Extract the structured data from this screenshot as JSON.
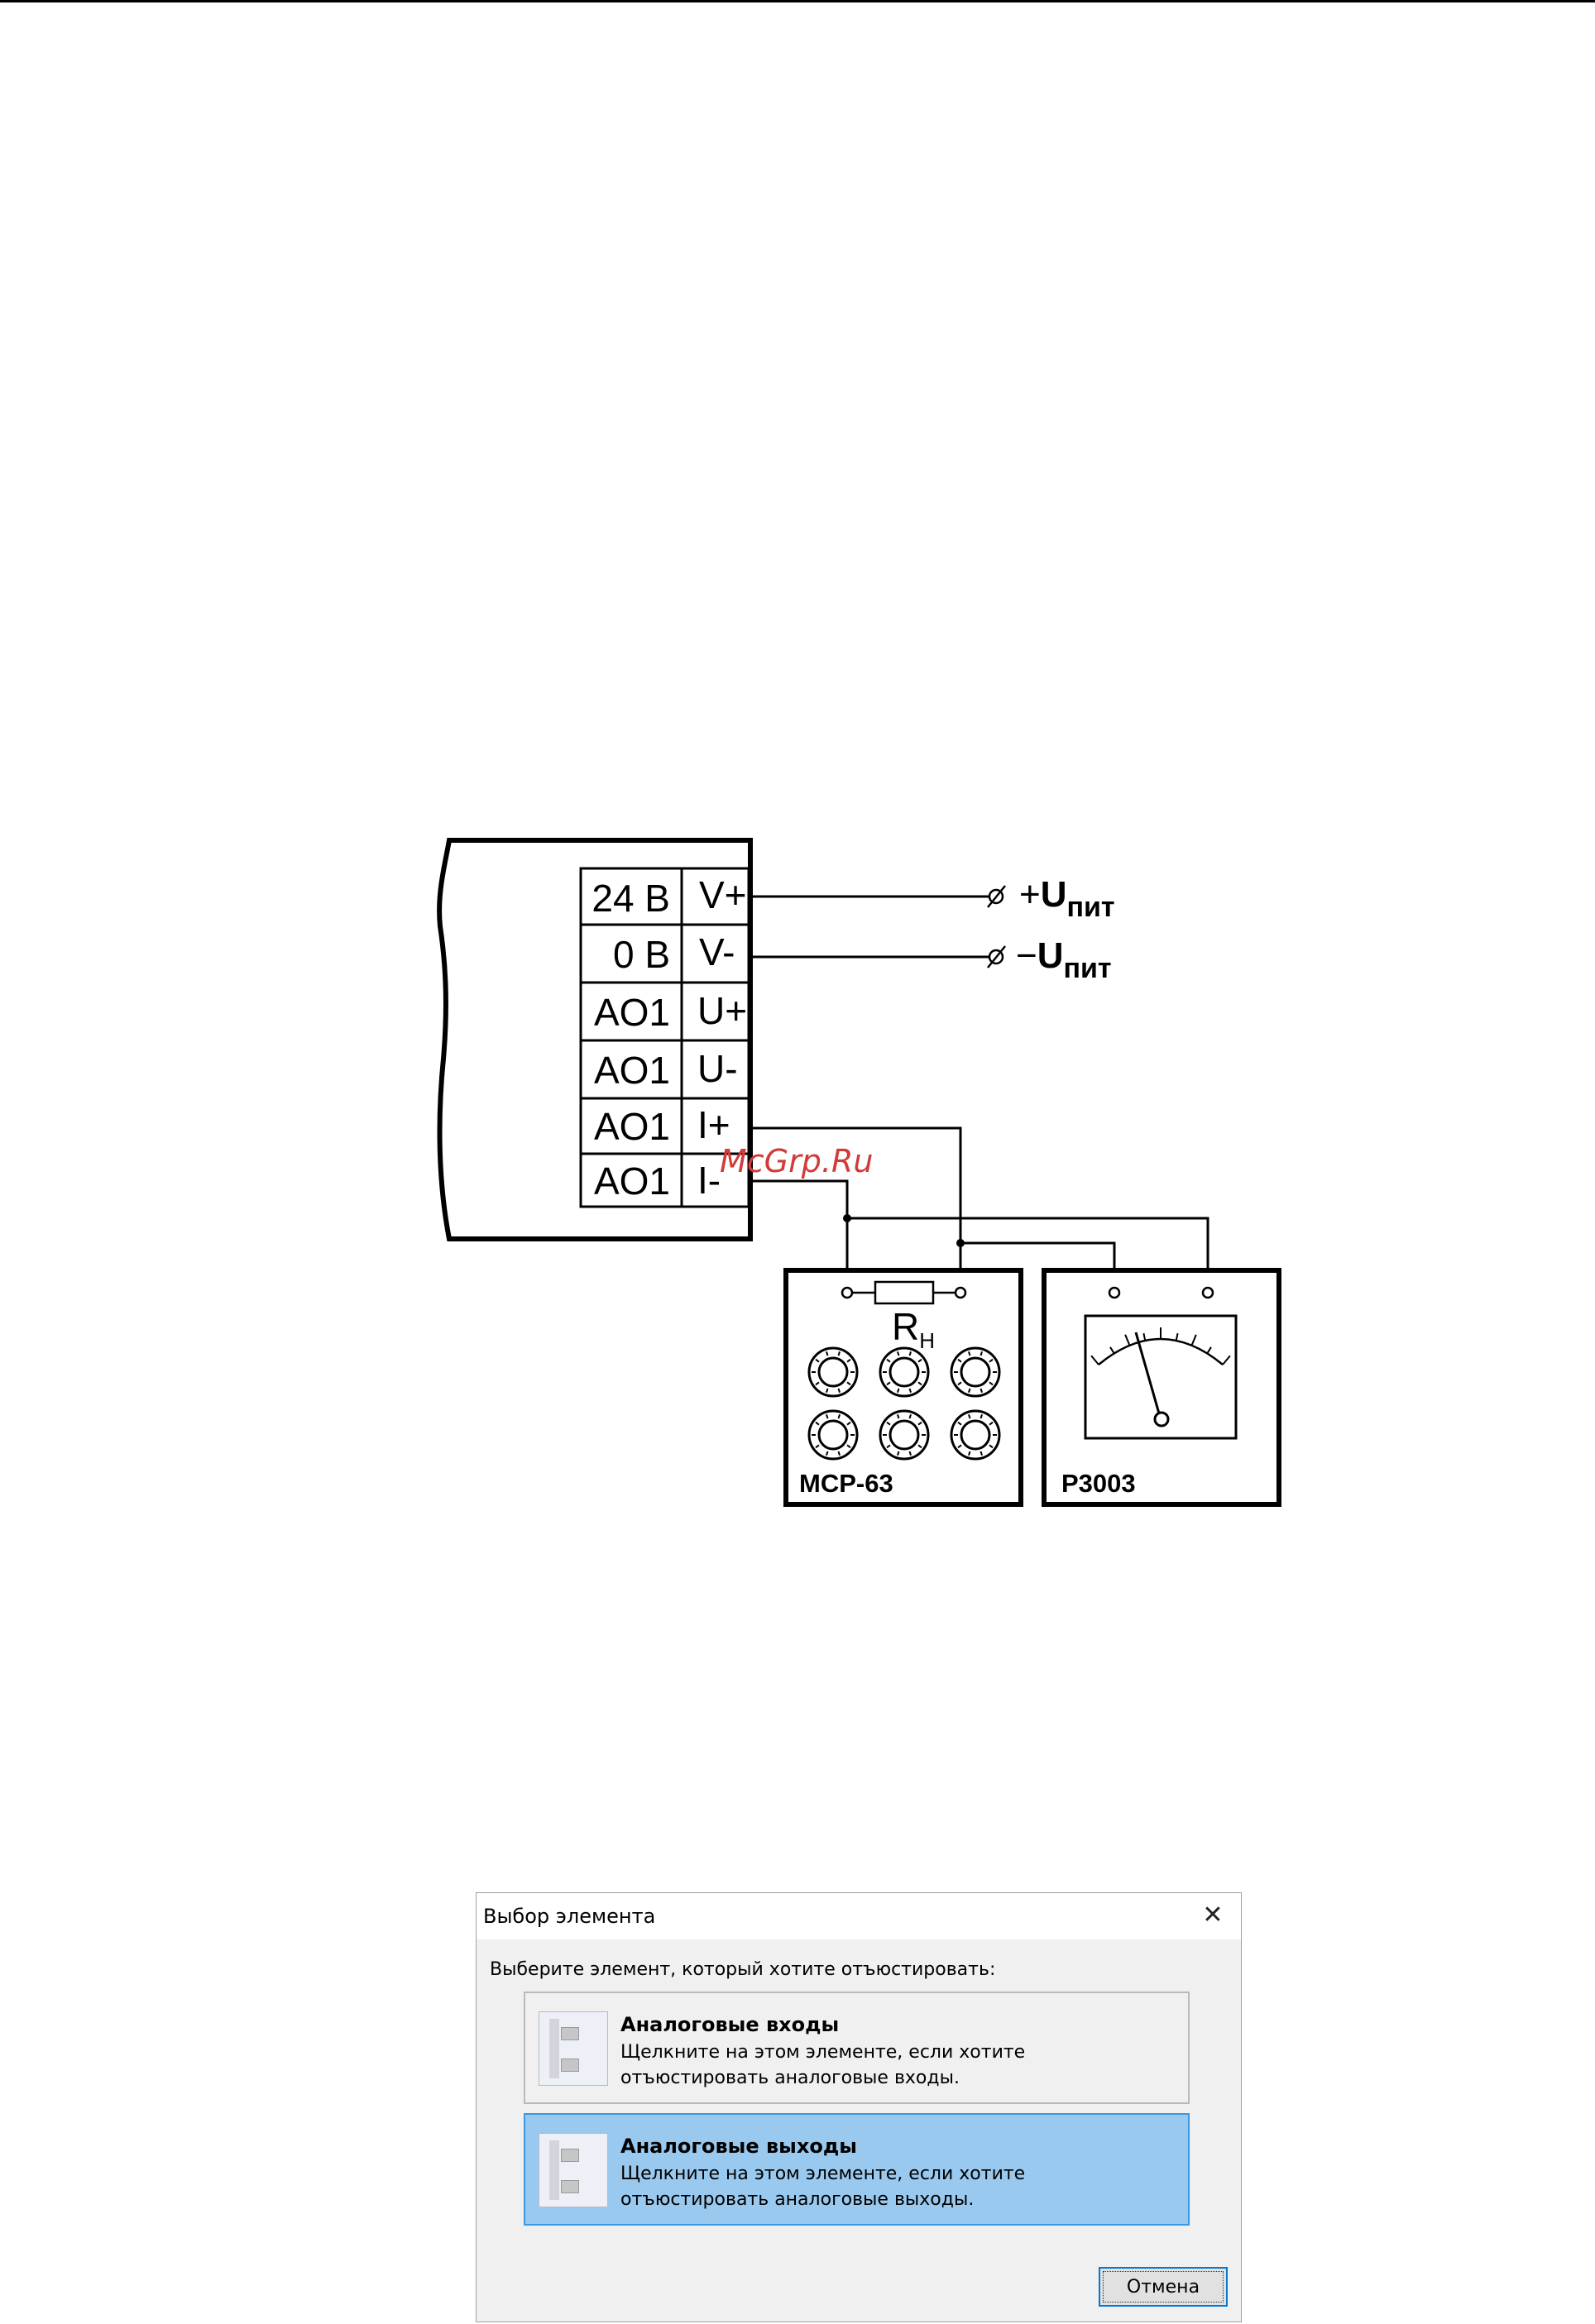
{
  "diagram": {
    "terminals": [
      {
        "left": "24 В",
        "right": "V+"
      },
      {
        "left": "0 В",
        "right": "V-"
      },
      {
        "left": "AO1",
        "right": "U+"
      },
      {
        "left": "AO1",
        "right": "U-"
      },
      {
        "left": "AO1",
        "right": "I+"
      },
      {
        "left": "AO1",
        "right": "I-"
      }
    ],
    "supply_plus": {
      "sign": "+",
      "symbol": "U",
      "subscript": "пит"
    },
    "supply_minus": {
      "sign": "−",
      "symbol": "U",
      "subscript": "пит"
    },
    "resistor_label": {
      "symbol": "R",
      "subscript": "Н"
    },
    "resistor_box_label": "МСР-63",
    "meter_label": "Р3003",
    "watermark": "McGrp.Ru"
  },
  "dialog": {
    "title": "Выбор элемента",
    "prompt": "Выберите элемент, который хотите отъюстировать:",
    "options": [
      {
        "title": "Аналоговые входы",
        "description": "Щелкните на этом элементе, если хотите отъюстировать аналоговые входы.",
        "icon": "analog-inputs-icon",
        "selected": false
      },
      {
        "title": "Аналоговые выходы",
        "description": "Щелкните на этом элементе, если хотите отъюстировать аналоговые выходы.",
        "icon": "analog-outputs-icon",
        "selected": true
      }
    ],
    "cancel_label": "Отмена"
  }
}
